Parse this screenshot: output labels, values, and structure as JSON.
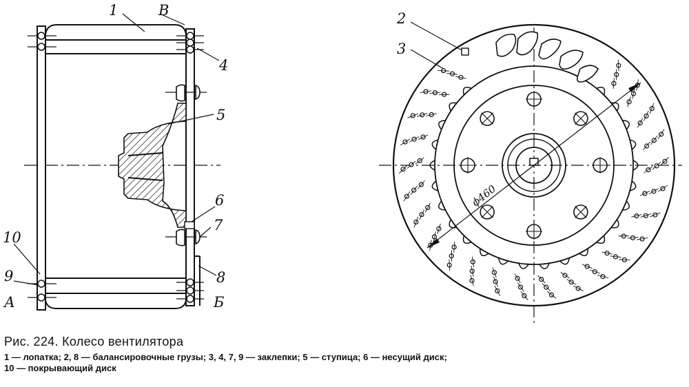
{
  "figure": {
    "left_view_labels": {
      "l1": "1",
      "lB": "В",
      "l4": "4",
      "l5": "5",
      "l6": "6",
      "l7": "7",
      "l8": "8",
      "l10": "10",
      "l9": "9",
      "lA": "А",
      "lBb": "Б"
    },
    "right_view_labels": {
      "r2": "2",
      "r3": "3"
    },
    "dimension": "ϕ460"
  },
  "caption": {
    "title": "Рис. 224. Колесо вентилятора",
    "legend_line1": "1 — лопатка; 2, 8 — балансировочные грузы; 3, 4, 7, 9 — заклепки; 5 — ступица; 6 — несущий диск;",
    "legend_line2": "10 — покрывающий диск"
  }
}
